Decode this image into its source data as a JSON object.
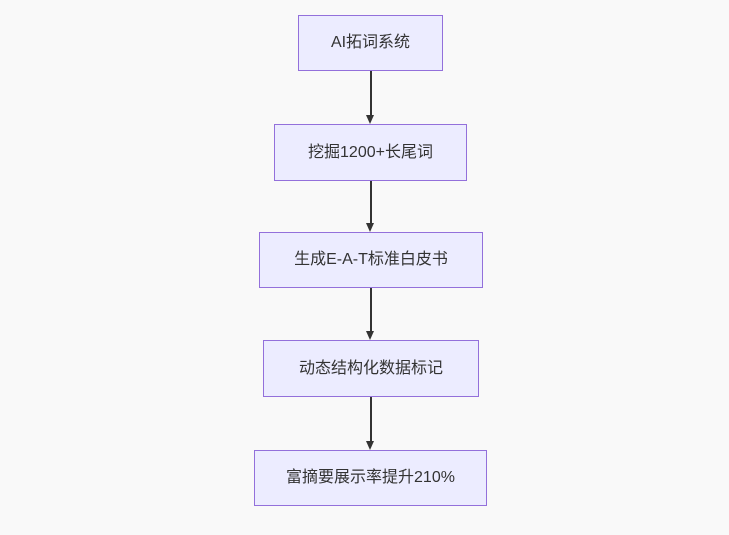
{
  "diagram": {
    "type": "flowchart",
    "direction": "top-down",
    "nodes": [
      {
        "id": "n1",
        "label": "AI拓词系统"
      },
      {
        "id": "n2",
        "label": "挖掘1200+长尾词"
      },
      {
        "id": "n3",
        "label": "生成E-A-T标准白皮书"
      },
      {
        "id": "n4",
        "label": "动态结构化数据标记"
      },
      {
        "id": "n5",
        "label": "富摘要展示率提升210%"
      }
    ],
    "edges": [
      {
        "from": "n1",
        "to": "n2"
      },
      {
        "from": "n2",
        "to": "n3"
      },
      {
        "from": "n3",
        "to": "n4"
      },
      {
        "from": "n4",
        "to": "n5"
      }
    ],
    "colors": {
      "background": "#f9f9f9",
      "node_fill": "#ececff",
      "node_border": "#9370db",
      "node_text": "#333333",
      "arrow": "#333333"
    }
  }
}
